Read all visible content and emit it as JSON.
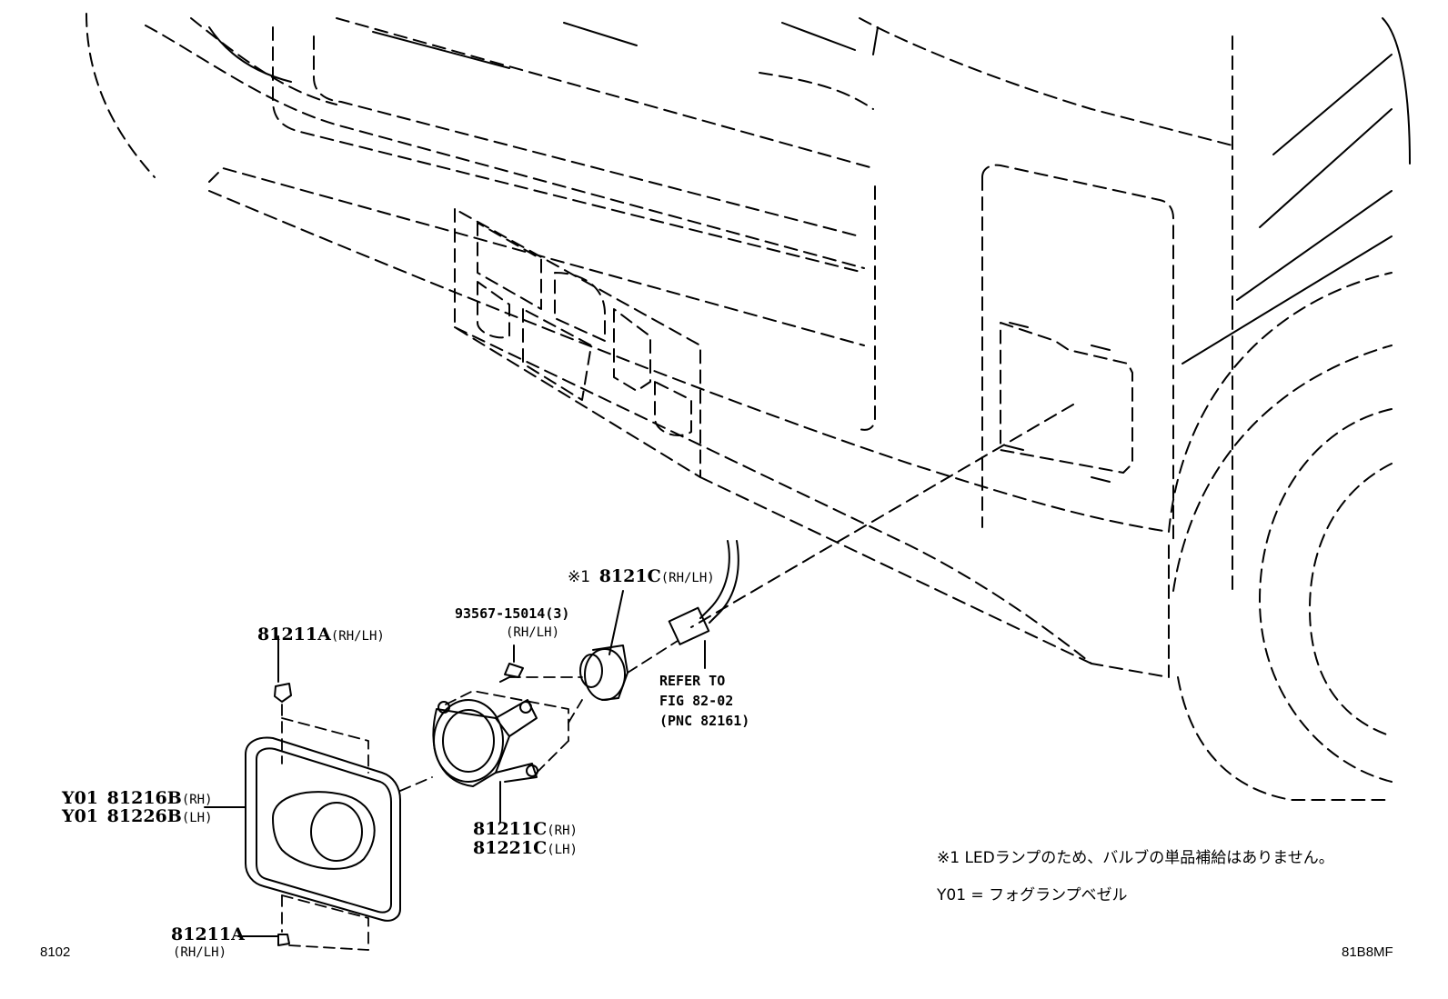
{
  "labels": {
    "clip_top": "81211A",
    "clip_top_side": "(RH/LH)",
    "screw": "93567-15014(3)",
    "screw_side": "(RH/LH)",
    "bulb_mark": "※1",
    "bulb": "8121C",
    "bulb_side": "(RH/LH)",
    "bezel_rh_prefix": "Y01",
    "bezel_rh": "81216B",
    "bezel_rh_side": "(RH)",
    "bezel_lh_prefix": "Y01",
    "bezel_lh": "81226B",
    "bezel_lh_side": "(LH)",
    "lamp_rh": "81211C",
    "lamp_rh_side": "(RH)",
    "lamp_lh": "81221C",
    "lamp_lh_side": "(LH)",
    "clip_bottom": "81211A",
    "clip_bottom_side": "(RH/LH)",
    "refer_line1": "REFER TO",
    "refer_line2": "FIG 82-02",
    "refer_line3": "(PNC 82161)"
  },
  "notes": {
    "note1": "※1 LEDランプのため、バルブの単品補給はありません。",
    "note2": "Y01 = フォグランプベゼル"
  },
  "corner": {
    "figure_number": "8102",
    "drawing_code": "81B8MF"
  }
}
